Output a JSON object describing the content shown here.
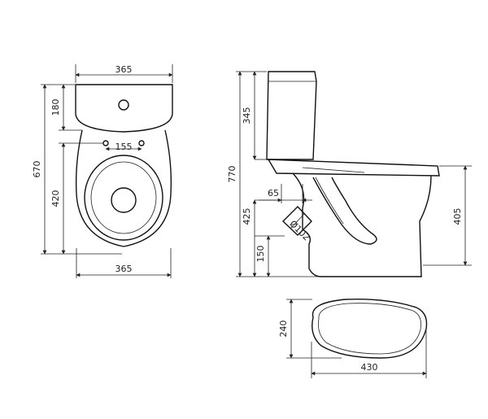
{
  "dimensions": {
    "top_width": "365",
    "bottom_width": "365",
    "tank_depth": "180",
    "hole_spacing": "155",
    "total_depth": "670",
    "bowl_depth": "420",
    "tank_height": "345",
    "total_height": "770",
    "outlet_offset": "65",
    "bowl_height": "425",
    "outlet_height": "150",
    "outlet_diameter": "Ø102",
    "rim_height": "405",
    "seat_height": "240",
    "seat_width": "430"
  }
}
